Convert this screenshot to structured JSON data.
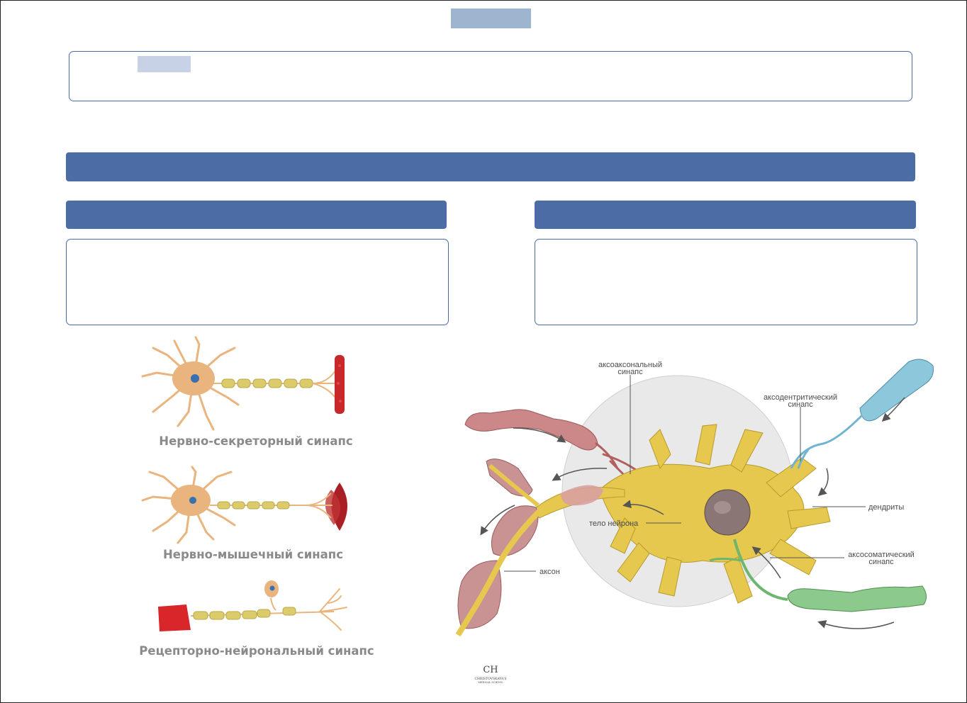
{
  "colors": {
    "band": "#4b6ca5",
    "title_tag": "#9db5cf",
    "small_tag": "#c8d2e6",
    "box_border": "#4a6aa5",
    "neuron": "#e9b47d",
    "axon_segment": "#dccb6a",
    "blood_vessel": "#c8282a",
    "muscle": "#a91f26",
    "dendrite_body": "#e6c84f",
    "axon_pink": "#c78a8a",
    "axon_blue": "#8cc7dc",
    "axon_green": "#8cc98c"
  },
  "left_diagrams": {
    "caption1": "Нервно-секреторный синапс",
    "caption2": "Нервно-мышечный синапс",
    "caption3": "Рецепторно-нейрональный синапс"
  },
  "right_diagram": {
    "label_axoaxonal_1": "аксоаксональный",
    "label_axoaxonal_2": "синапс",
    "label_axodendritic_1": "аксодентритический",
    "label_axodendritic_2": "синапс",
    "label_dendrites": "дендриты",
    "label_body": "тело нейрона",
    "label_axosomatic_1": "аксосоматический",
    "label_axosomatic_2": "синапс",
    "label_axon": "аксон"
  },
  "logo": {
    "monogram": "CH",
    "line1": "CHRISTOVSKAYA'S",
    "line2": "MEDICAL SCHOOL"
  }
}
